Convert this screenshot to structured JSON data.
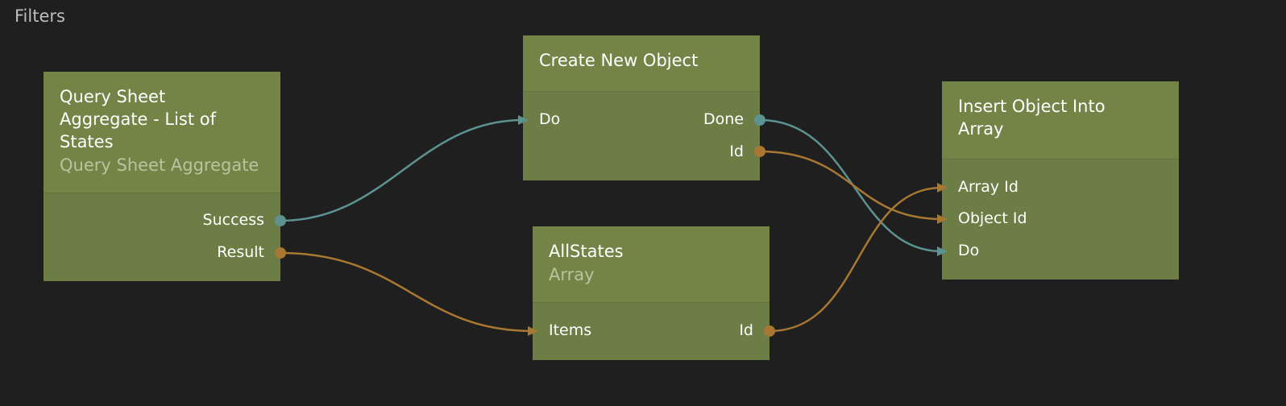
{
  "panel": {
    "title": "Filters"
  },
  "colors": {
    "background": "#1f1f1f",
    "node_body": "#6c7d45",
    "node_header": "#738446",
    "signal_wire": "#5c9290",
    "data_wire": "#a87833"
  },
  "nodes": {
    "query": {
      "title": "Query Sheet Aggregate - List of States",
      "subtitle": "Query Sheet Aggregate",
      "outputs": {
        "success": "Success",
        "result": "Result"
      }
    },
    "create": {
      "title": "Create New Object",
      "inputs": {
        "do": "Do"
      },
      "outputs": {
        "done": "Done",
        "id": "Id"
      }
    },
    "allstates": {
      "title": "AllStates",
      "subtitle": "Array",
      "inputs": {
        "items": "Items"
      },
      "outputs": {
        "id": "Id"
      }
    },
    "insert": {
      "title": "Insert Object Into Array",
      "inputs": {
        "array_id": "Array Id",
        "object_id": "Object Id",
        "do": "Do"
      }
    }
  },
  "connections": [
    {
      "from": "query.success",
      "to": "create.do",
      "kind": "signal"
    },
    {
      "from": "query.result",
      "to": "allstates.items",
      "kind": "data"
    },
    {
      "from": "create.done",
      "to": "insert.do",
      "kind": "signal"
    },
    {
      "from": "create.id",
      "to": "insert.object_id",
      "kind": "data"
    },
    {
      "from": "allstates.id",
      "to": "insert.array_id",
      "kind": "data"
    }
  ]
}
